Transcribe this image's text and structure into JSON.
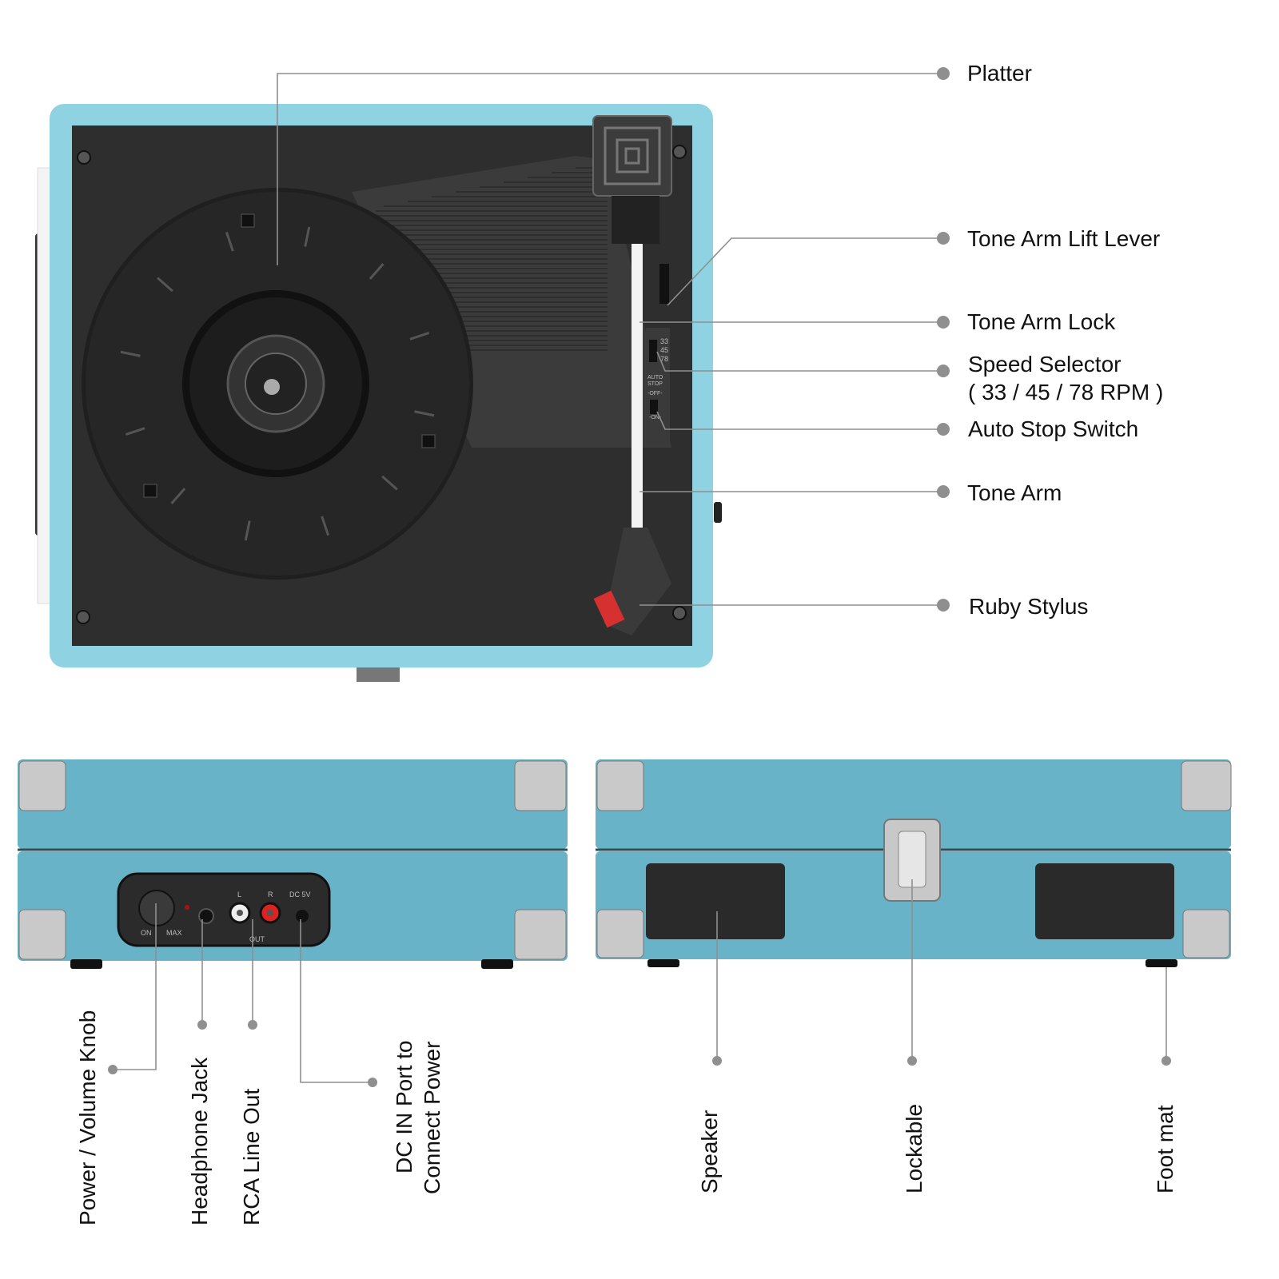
{
  "top_callouts": {
    "platter": "Platter",
    "tone_arm_lift_lever": "Tone Arm Lift Lever",
    "tone_arm_lock": "Tone Arm Lock",
    "speed_selector_line1": "Speed Selector",
    "speed_selector_line2": "( 33 / 45 / 78 RPM )",
    "auto_stop_switch": "Auto Stop Switch",
    "tone_arm": "Tone Arm",
    "ruby_stylus": "Ruby Stylus"
  },
  "bottom_callouts": {
    "power_volume_knob": "Power / Volume Knob",
    "headphone_jack": "Headphone Jack",
    "rca_line_out": "RCA Line Out",
    "dc_in_line1": "DC IN Port to",
    "dc_in_line2": "Connect Power",
    "speaker": "Speaker",
    "lockable": "Lockable",
    "foot_mat": "Foot mat"
  },
  "product_markings": {
    "speed_33": "33",
    "speed_45": "45",
    "speed_78": "78",
    "auto": "AUTO",
    "stop": "STOP",
    "off": "-OFF-",
    "on": "-ON-",
    "knob_on": "ON",
    "knob_max": "MAX",
    "rca_l": "L",
    "rca_r": "R",
    "out": "OUT",
    "dc": "DC 5V"
  },
  "colors": {
    "case_blue": "#68b3c8",
    "frame_blue": "#8fd3e3",
    "plate": "#2e2e2e",
    "callout_line": "#8f8f8f"
  }
}
